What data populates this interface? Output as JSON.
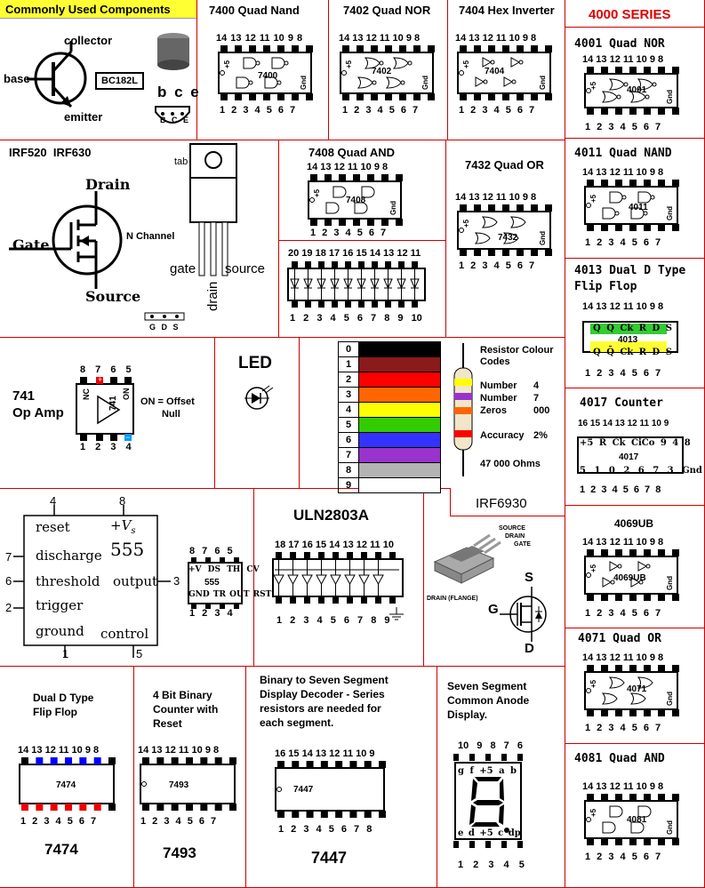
{
  "common": {
    "header": "Commonly Used Components",
    "bjt": {
      "collector": "collector",
      "base": "base",
      "emitter": "emitter",
      "part": "BC182L",
      "pinout": "b c e",
      "pinout_small": "B C E"
    }
  },
  "chips": {
    "c7400": {
      "title": "7400 Quad Nand",
      "label": "7400",
      "top_pins": "14 13 12 11 10 9 8",
      "bottom_pins": "1 2 3 4 5 6 7"
    },
    "c7402": {
      "title": "7402 Quad NOR",
      "label": "7402",
      "top_pins": "14 13 12 11 10 9 8",
      "bottom_pins": "1 2 3 4 5 6 7"
    },
    "c7404": {
      "title": "7404 Hex Inverter",
      "label": "7404",
      "top_pins": "14 13 12 11 10 9 8",
      "bottom_pins": "1 2 3 4 5 6 7"
    },
    "c7408": {
      "title": "7408 Quad AND",
      "label": "7408",
      "top_pins": "14 13 12 11 10 9 8",
      "bottom_pins": "1 2 3 4 5 6 7"
    },
    "c7432": {
      "title": "7432 Quad OR",
      "label": "7432",
      "top_pins": "14 13 12 11 10 9 8",
      "bottom_pins": "1 2 3 4 5 6 7"
    },
    "bargraph": {
      "top_pins": "20 19 18 17 16 15 14 13 12 11",
      "bottom_pins": "1 2 3 4 5 6 7 8 9 10"
    },
    "plus5": "+5",
    "gnd": "Gnd"
  },
  "series4000": {
    "header": "4000 SERIES",
    "c4001": {
      "title": "4001 Quad NOR",
      "label": "4001"
    },
    "c4011": {
      "title": "4011 Quad NAND",
      "label": "4011"
    },
    "c4013": {
      "title": "4013 Dual D Type Flip Flop",
      "label": "4013",
      "pins": "Q Q̄ Ck R D S"
    },
    "c4017": {
      "title": "4017 Counter",
      "label": "4017",
      "top_pins": "16 15 14 13 12 11 10 9",
      "top_labels": "+5 R Ck CiCo 9 4 8",
      "bottom_labels": "5 1 0 2 6 7 3 Gnd",
      "bottom_pins": "1 2 3 4 5 6 7 8"
    },
    "c4069": {
      "title": "4069UB",
      "label": "4069UB"
    },
    "c4071": {
      "title": "4071 Quad OR",
      "label": "4071"
    },
    "c4081": {
      "title": "4081 Quad AND",
      "label": "4081"
    },
    "top_pins": "14 13 12 11 10 9 8",
    "bottom_pins": "1 2 3 4 5 6 7"
  },
  "mosfet": {
    "title": "IRF520  IRF630",
    "drain": "Drain",
    "gate": "Gate",
    "source": "Source",
    "channel": "N Channel",
    "tab": "tab",
    "leg_gate": "gate",
    "leg_drain": "drain",
    "leg_source": "source",
    "pinout": "G D S"
  },
  "opamp": {
    "title": "741\nOp Amp",
    "title1": "741",
    "title2": "Op Amp",
    "label": "741",
    "top_pins": "8 7 6 5",
    "bottom_pins": "1 2 3 4",
    "nc": "NC",
    "on": "ON",
    "note1": "ON = Offset",
    "note2": "Null"
  },
  "led": {
    "title": "LED"
  },
  "resistor": {
    "title": "Resistor Colour Codes",
    "title1": "Resistor Colour",
    "title2": "Codes",
    "codes": [
      "0",
      "1",
      "2",
      "3",
      "4",
      "5",
      "6",
      "7",
      "8",
      "9"
    ],
    "colors": [
      "#000000",
      "#8b1a1a",
      "#ff0000",
      "#ff6600",
      "#ffff00",
      "#33cc00",
      "#3333ff",
      "#9933cc",
      "#b3b3b3",
      "#ffffff"
    ],
    "number1_label": "Number",
    "number1_value": "4",
    "number2_label": "Number",
    "number2_value": "7",
    "zeros_label": "Zeros",
    "zeros_value": "000",
    "accuracy_label": "Accuracy",
    "accuracy_value": "2%",
    "ohms": "47 000 Ohms"
  },
  "timer555": {
    "pin4": "4",
    "pin8": "8",
    "pin7": "7",
    "pin6": "6",
    "pin2": "2",
    "pin3": "3",
    "pin1": "1",
    "pin5": "5",
    "reset": "reset",
    "vs": "+V",
    "vs_sub": "s",
    "name": "555",
    "discharge": "discharge",
    "threshold": "threshold",
    "output": "output",
    "trigger": "trigger",
    "ground": "ground",
    "control": "control",
    "dip_top": "8 7 6 5",
    "dip_bottom": "1 2 3 4",
    "dip_labels_top": "+V DS TH CV",
    "dip_labels_bottom": "GND TR OUT RST",
    "dip_name": "555"
  },
  "uln": {
    "title": "ULN2803A",
    "top_pins": "18 17 16 15 14 13 12 11 10",
    "bottom_pins": "1 2 3 4 5 6 7 8 9"
  },
  "irf6930": {
    "title": "IRF6930",
    "source": "SOURCE",
    "drain": "DRAIN",
    "gate": "GATE",
    "flange": "DRAIN (FLANGE)",
    "s": "S",
    "g": "G",
    "d": "D"
  },
  "c7474": {
    "title1": "Dual D Type",
    "title2": "Flip Flop",
    "label": "7474",
    "name": "7474",
    "top_pins": "14 13 12 11 10 9 8",
    "bottom_pins": "1 2 3 4 5 6 7"
  },
  "c7493": {
    "title1": "4 Bit Binary",
    "title2": "Counter with",
    "title3": "Reset",
    "label": "7493",
    "name": "7493",
    "top_pins": "14 13 12 11 10 9 8",
    "bottom_pins": "1 2 3 4 5 6 7"
  },
  "c7447": {
    "title1": "Binary to Seven Segment",
    "title2": "Display Decoder - Series",
    "title3": "resistors are needed for",
    "title4": "each segment.",
    "label": "7447",
    "name": "7447",
    "top_pins": "16 15 14 13 12 11 10 9",
    "bottom_pins": "1 2 3 4 5 6 7 8"
  },
  "sevenseg": {
    "title1": "Seven Segment",
    "title2": "Common Anode",
    "title3": "Display.",
    "top_pins": "10 9 8 7 6",
    "bottom_pins": "1 2 3 4 5",
    "top_labels": "g f +5 a b",
    "bottom_labels": "e d +5 c dp"
  }
}
